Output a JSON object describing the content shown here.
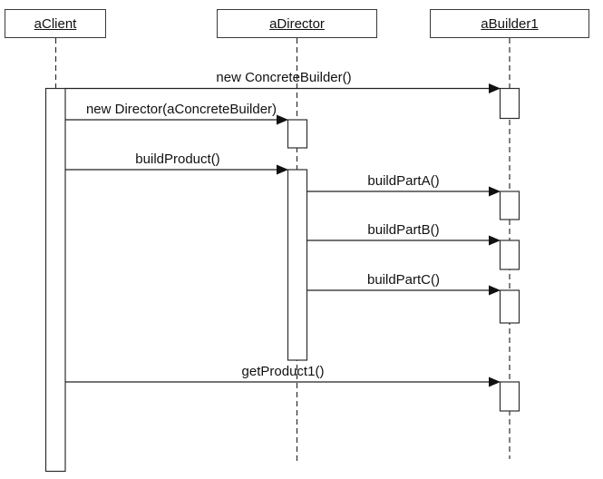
{
  "diagram_type": "uml-sequence-diagram",
  "colors": {
    "background": "#ffffff",
    "line": "#2e2e2e",
    "text": "#111111"
  },
  "actors": [
    {
      "name": "aClient"
    },
    {
      "name": "aDirector"
    },
    {
      "name": "aBuilder1"
    }
  ],
  "messages": [
    {
      "label": "new ConcreteBuilder()",
      "from": "aClient",
      "to": "aBuilder1"
    },
    {
      "label": "new Director(aConcreteBuilder)",
      "from": "aClient",
      "to": "aDirector"
    },
    {
      "label": "buildProduct()",
      "from": "aClient",
      "to": "aDirector"
    },
    {
      "label": "buildPartA()",
      "from": "aDirector",
      "to": "aBuilder1"
    },
    {
      "label": "buildPartB()",
      "from": "aDirector",
      "to": "aBuilder1"
    },
    {
      "label": "buildPartC()",
      "from": "aDirector",
      "to": "aBuilder1"
    },
    {
      "label": "getProduct1()",
      "from": "aClient",
      "to": "aBuilder1"
    }
  ]
}
